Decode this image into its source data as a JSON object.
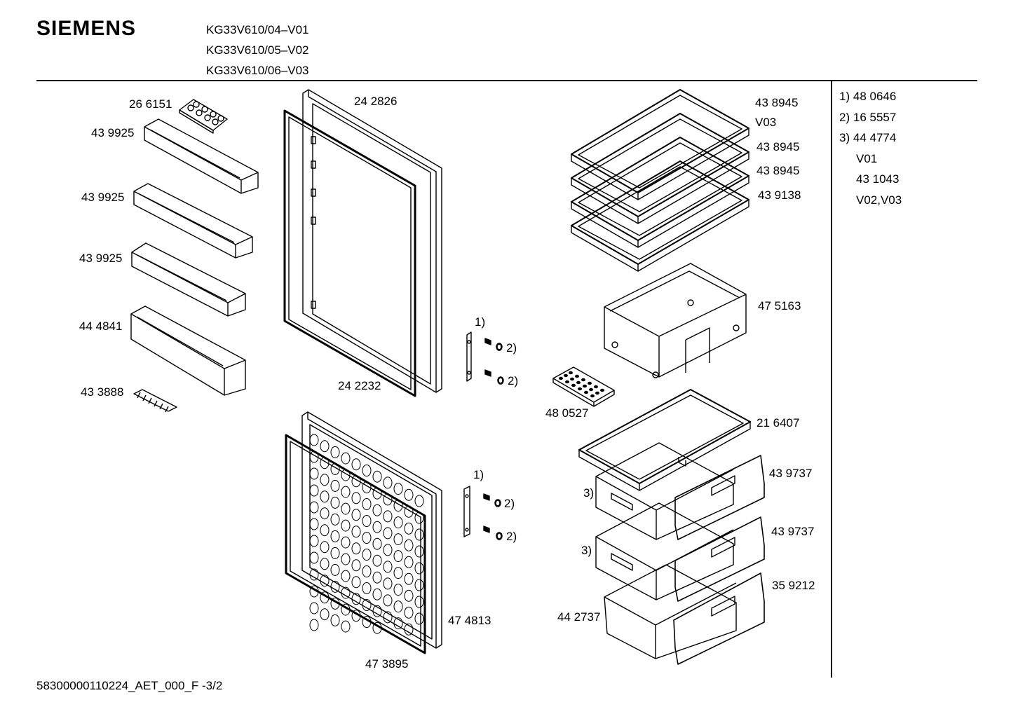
{
  "header": {
    "brand": "SIEMENS",
    "models": [
      "KG33V610/04–V01",
      "KG33V610/05–V02",
      "KG33V610/06–V03"
    ]
  },
  "legend": {
    "items": [
      {
        "key": "1)",
        "value": "48 0646"
      },
      {
        "key": "2)",
        "value": "16 5557"
      },
      {
        "key": "3)",
        "value": "44 4774"
      }
    ],
    "notes": [
      "V01",
      "43 1043",
      "V02,V03"
    ]
  },
  "parts": {
    "egg_tray": "26 6151",
    "door_shelf_1": "43 9925",
    "door_shelf_2": "43 9925",
    "door_shelf_3": "43 9925",
    "door_shelf_4": "44 4841",
    "bottle_clip": "43 3888",
    "fridge_door": "24 2826",
    "fridge_gasket": "24 2232",
    "hinge_top_ref": "1)",
    "screw_a": "2)",
    "screw_b": "2)",
    "hinge_bottom_ref": "1)",
    "screw_c": "2)",
    "screw_d": "2)",
    "freezer_door": "47 4813",
    "freezer_gasket": "47 3895",
    "shelf_top": "43 8945",
    "shelf_top_variant": "V03",
    "shelf_2": "43 8945",
    "shelf_3": "43 8945",
    "shelf_4": "43 9138",
    "crisper_bin": "47 5163",
    "ice_tray": "48 0527",
    "freezer_tray": "21 6407",
    "drawer_1": "43 9737",
    "drawer_1_ref": "3)",
    "drawer_2": "43 9737",
    "drawer_2_ref": "3)",
    "drawer_3_front": "35 9212",
    "drawer_3_body": "44 2737"
  },
  "footer": "58300000110224_AET_000_F -3/2"
}
